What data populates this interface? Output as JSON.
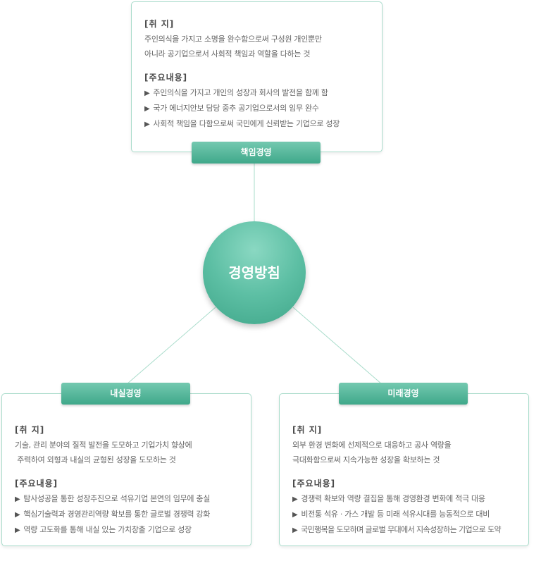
{
  "center": {
    "title": "경영방침"
  },
  "colors": {
    "accent": "#4db398",
    "border": "#a9dccb"
  },
  "icons": {
    "bullet": "triangle-right-icon"
  },
  "top": {
    "tab": "책임경영",
    "purpose_heading": "[취 지]",
    "purpose_lines": [
      "주인의식을 가지고 소명을 완수함으로써 구성원 개인뿐만",
      "아니라 공기업으로서 사회적 책임과 역할을 다하는 것"
    ],
    "main_heading": "[주요내용]",
    "items": [
      "주인의식을 가지고 개인의 성장과 회사의 발전을 함께 함",
      "국가 에너지안보 담당 중추 공기업으로서의 임무 완수",
      "사회적 책임을 다함으로써 국민에게 신뢰받는 기업으로 성장"
    ]
  },
  "left": {
    "tab": "내실경영",
    "purpose_heading": "[취 지]",
    "purpose_lines": [
      "기술, 관리 분야의 질적 발전을 도모하고 기업가치 향상에",
      " 주력하여 외형과 내실의 균형된 성장을 도모하는 것"
    ],
    "main_heading": "[주요내용]",
    "items": [
      "탐사성공을 통한 성장추진으로 석유기업 본연의 임무에 충실",
      "핵심기술력과 경영관리역량 확보를 통한 글로벌 경쟁력 강화",
      "역량 고도화를 통해 내실 있는 가치창출 기업으로 성장"
    ]
  },
  "right": {
    "tab": "미래경영",
    "purpose_heading": "[취 지]",
    "purpose_lines": [
      "외부 환경 변화에 선제적으로 대응하고 공사 역량을",
      "극대화함으로써 지속가능한 성장을 확보하는 것"
    ],
    "main_heading": "[주요내용]",
    "items": [
      "경쟁력 확보와 역량 결집을 통해 경영환경 변화에 적극 대응",
      "비전통 석유 · 가스 개발 등 미래 석유시대를 능동적으로 대비",
      "국민행복을 도모하며 글로벌 무대에서 지속성장하는 기업으로 도약"
    ]
  }
}
